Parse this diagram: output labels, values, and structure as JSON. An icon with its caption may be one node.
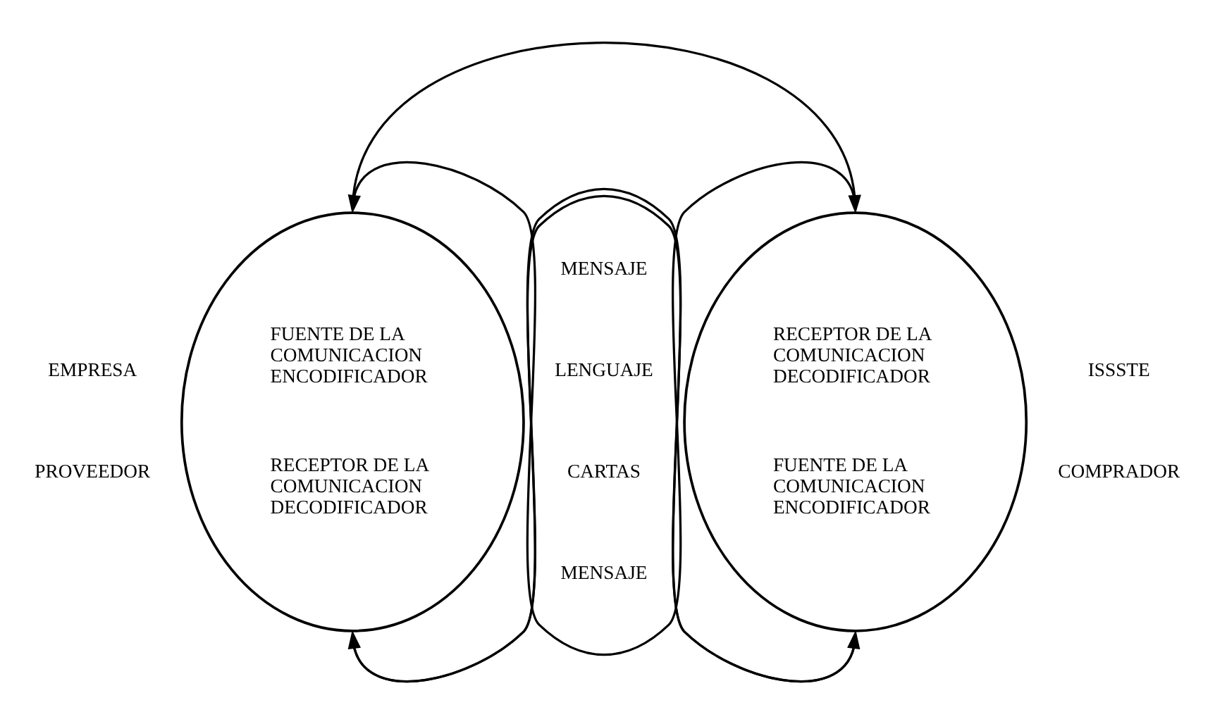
{
  "diagram": {
    "nodes": [
      {
        "text": [
          "FUENTE DE LA COMUNICACION ENCODIFICADOR",
          "RECEPTOR DE LA COMUNICACION DECODIFICADOR"
        ],
        "beside": [
          "EMPRESA",
          "PROVEEDOR"
        ]
      },
      {
        "text": [
          "RECEPTOR DE LA COMUNICACION DECODIFICADOR",
          "FUENTE DE LA COMUNICACION ENCODIFICADOR"
        ],
        "beside": [
          "ISSSTE",
          "COMPRADOR"
        ]
      }
    ],
    "edges": [
      {
        "from": 1,
        "to": 0,
        "arrow": "to"
      },
      {
        "from": 0,
        "to": 1,
        "arrow": "to"
      },
      {
        "from": 1,
        "to": 0,
        "arrow": "to"
      },
      {
        "from": 0,
        "to": 1,
        "arrow": "to"
      }
    ],
    "labels": [
      "MENSAJE",
      "LENGUAJE",
      "CARTAS",
      "MENSAJE"
    ]
  }
}
